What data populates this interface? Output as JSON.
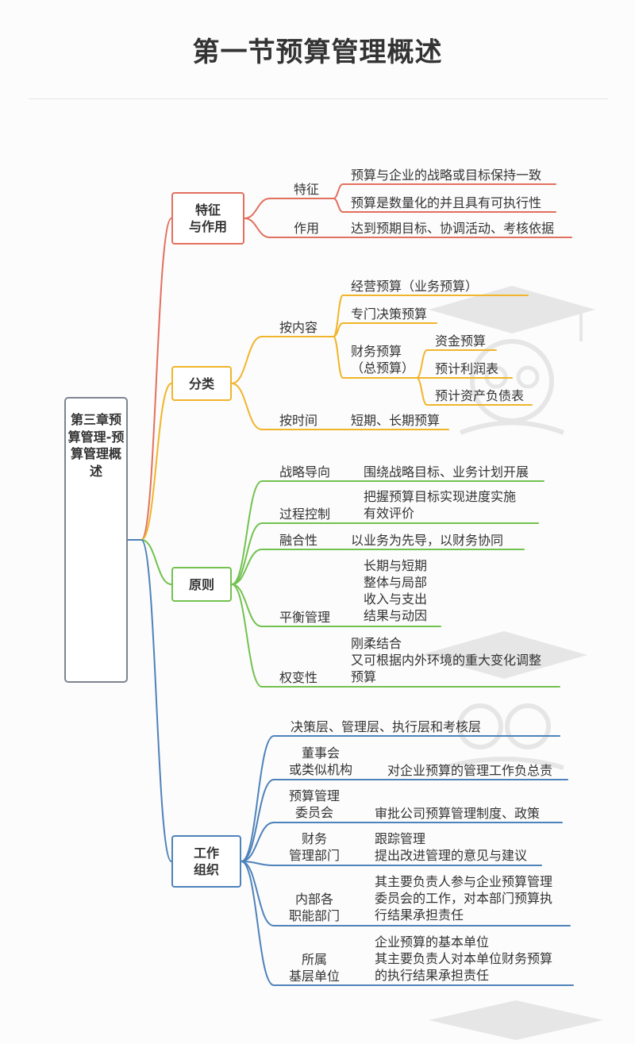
{
  "title": "第一节预算管理概述",
  "root": "第三章预算管理-预算管理概述",
  "colors": {
    "features": "#e2705e",
    "classification": "#f0b52a",
    "principles": "#72c24f",
    "organization": "#4e82ba",
    "root_border": "#7e8491"
  },
  "branches": {
    "features": {
      "label": "特征\n与作用",
      "feature": "特征",
      "feature_1": "预算与企业的战略或目标保持一致",
      "feature_2": "预算是数量化的并且具有可执行性",
      "role": "作用",
      "role_1": "达到预期目标、协调活动、考核依据"
    },
    "classification": {
      "label": "分类",
      "by_content": "按内容",
      "operating": "经营预算（业务预算）",
      "special": "专门决策预算",
      "financial": "财务预算\n（总预算）",
      "fin_1": "资金预算",
      "fin_2": "预计利润表",
      "fin_3": "预计资产负债表",
      "by_time": "按时间",
      "time_1": "短期、长期预算"
    },
    "principles": {
      "label": "原则",
      "strategic": "战略导向",
      "strategic_1": "围绕战略目标、业务计划开展",
      "process": "过程控制",
      "process_1": "把握预算目标实现进度实施\n有效评价",
      "integration": "融合性",
      "integration_1": "以业务为先导，以财务协同",
      "balance": "平衡管理",
      "balance_1": "长期与短期\n整体与局部\n收入与支出\n结果与动因",
      "flexible": "权变性",
      "flexible_1": "刚柔结合\n又可根据内外环境的重大变化调整\n预算"
    },
    "organization": {
      "label": "工作\n组织",
      "layers": "决策层、管理层、执行层和考核层",
      "board": "董事会\n或类似机构",
      "board_1": "对企业预算的管理工作负总责",
      "committee": "预算管理\n委员会",
      "committee_1": "审批公司预算管理制度、政策",
      "finance": "财务\n管理部门",
      "finance_1": "跟踪管理\n提出改进管理的意见与建议",
      "internal": "内部各\n职能部门",
      "internal_1": "其主要负责人参与企业预算管理\n委员会的工作，对本部门预算执\n行结果承担责任",
      "subsidiary": "所属\n基层单位",
      "subsidiary_1": "企业预算的基本单位\n其主要负责人对本单位财务预算\n的执行结果承担责任"
    }
  }
}
